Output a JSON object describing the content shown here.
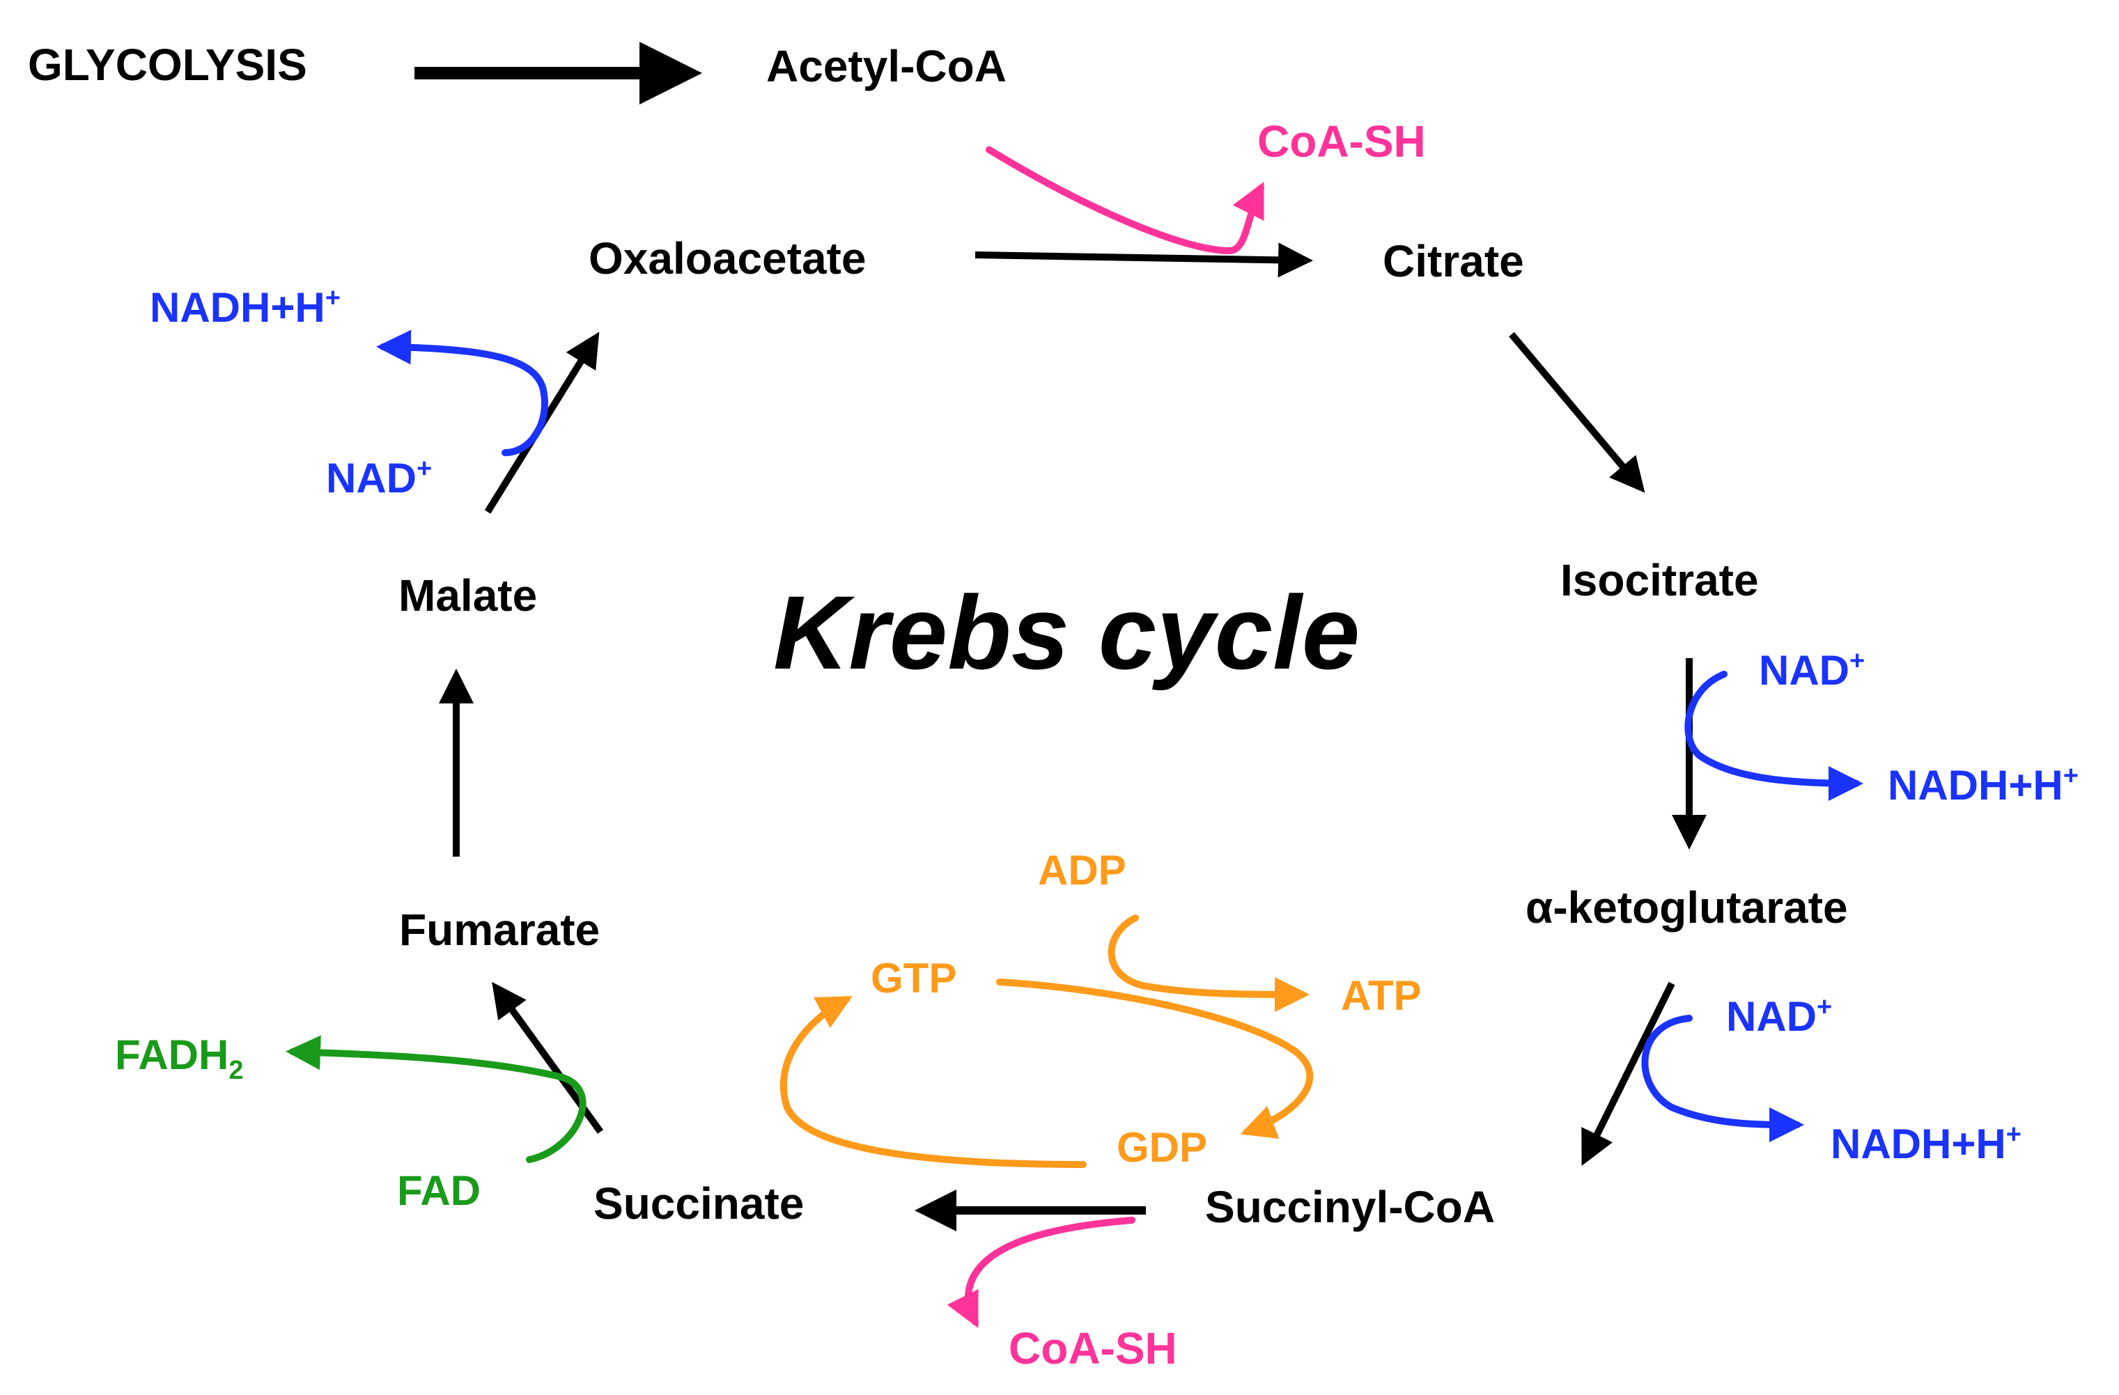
{
  "title": "Krebs cycle",
  "colors": {
    "black": "#000000",
    "pink": "#ff3399",
    "blue": "#1a33ff",
    "orange": "#ff9a1a",
    "green": "#1a9a1a"
  },
  "metabolites": {
    "glycolysis": "GLYCOLYSIS",
    "acetyl_coa": "Acetyl-CoA",
    "oxaloacetate": "Oxaloacetate",
    "citrate": "Citrate",
    "isocitrate": "Isocitrate",
    "alpha_ketoglutarate": "α-ketoglutarate",
    "succinyl_coa": "Succinyl-CoA",
    "succinate": "Succinate",
    "fumarate": "Fumarate",
    "malate": "Malate"
  },
  "cofactors": {
    "coa_sh_top": "CoA-SH",
    "coa_sh_bottom": "CoA-SH",
    "nadh_malate": "NADH+H",
    "nadh_malate_sup": "+",
    "nad_malate": "NAD",
    "nad_malate_sup": "+",
    "nad_isocitrate": "NAD",
    "nad_isocitrate_sup": "+",
    "nadh_isocitrate": "NADH+H",
    "nadh_isocitrate_sup": "+",
    "nad_akg": "NAD",
    "nad_akg_sup": "+",
    "nadh_akg": "NADH+H",
    "nadh_akg_sup": "+",
    "adp": "ADP",
    "atp": "ATP",
    "gtp": "GTP",
    "gdp": "GDP",
    "fadh2": "FADH",
    "fadh2_sub": "2",
    "fad": "FAD"
  }
}
